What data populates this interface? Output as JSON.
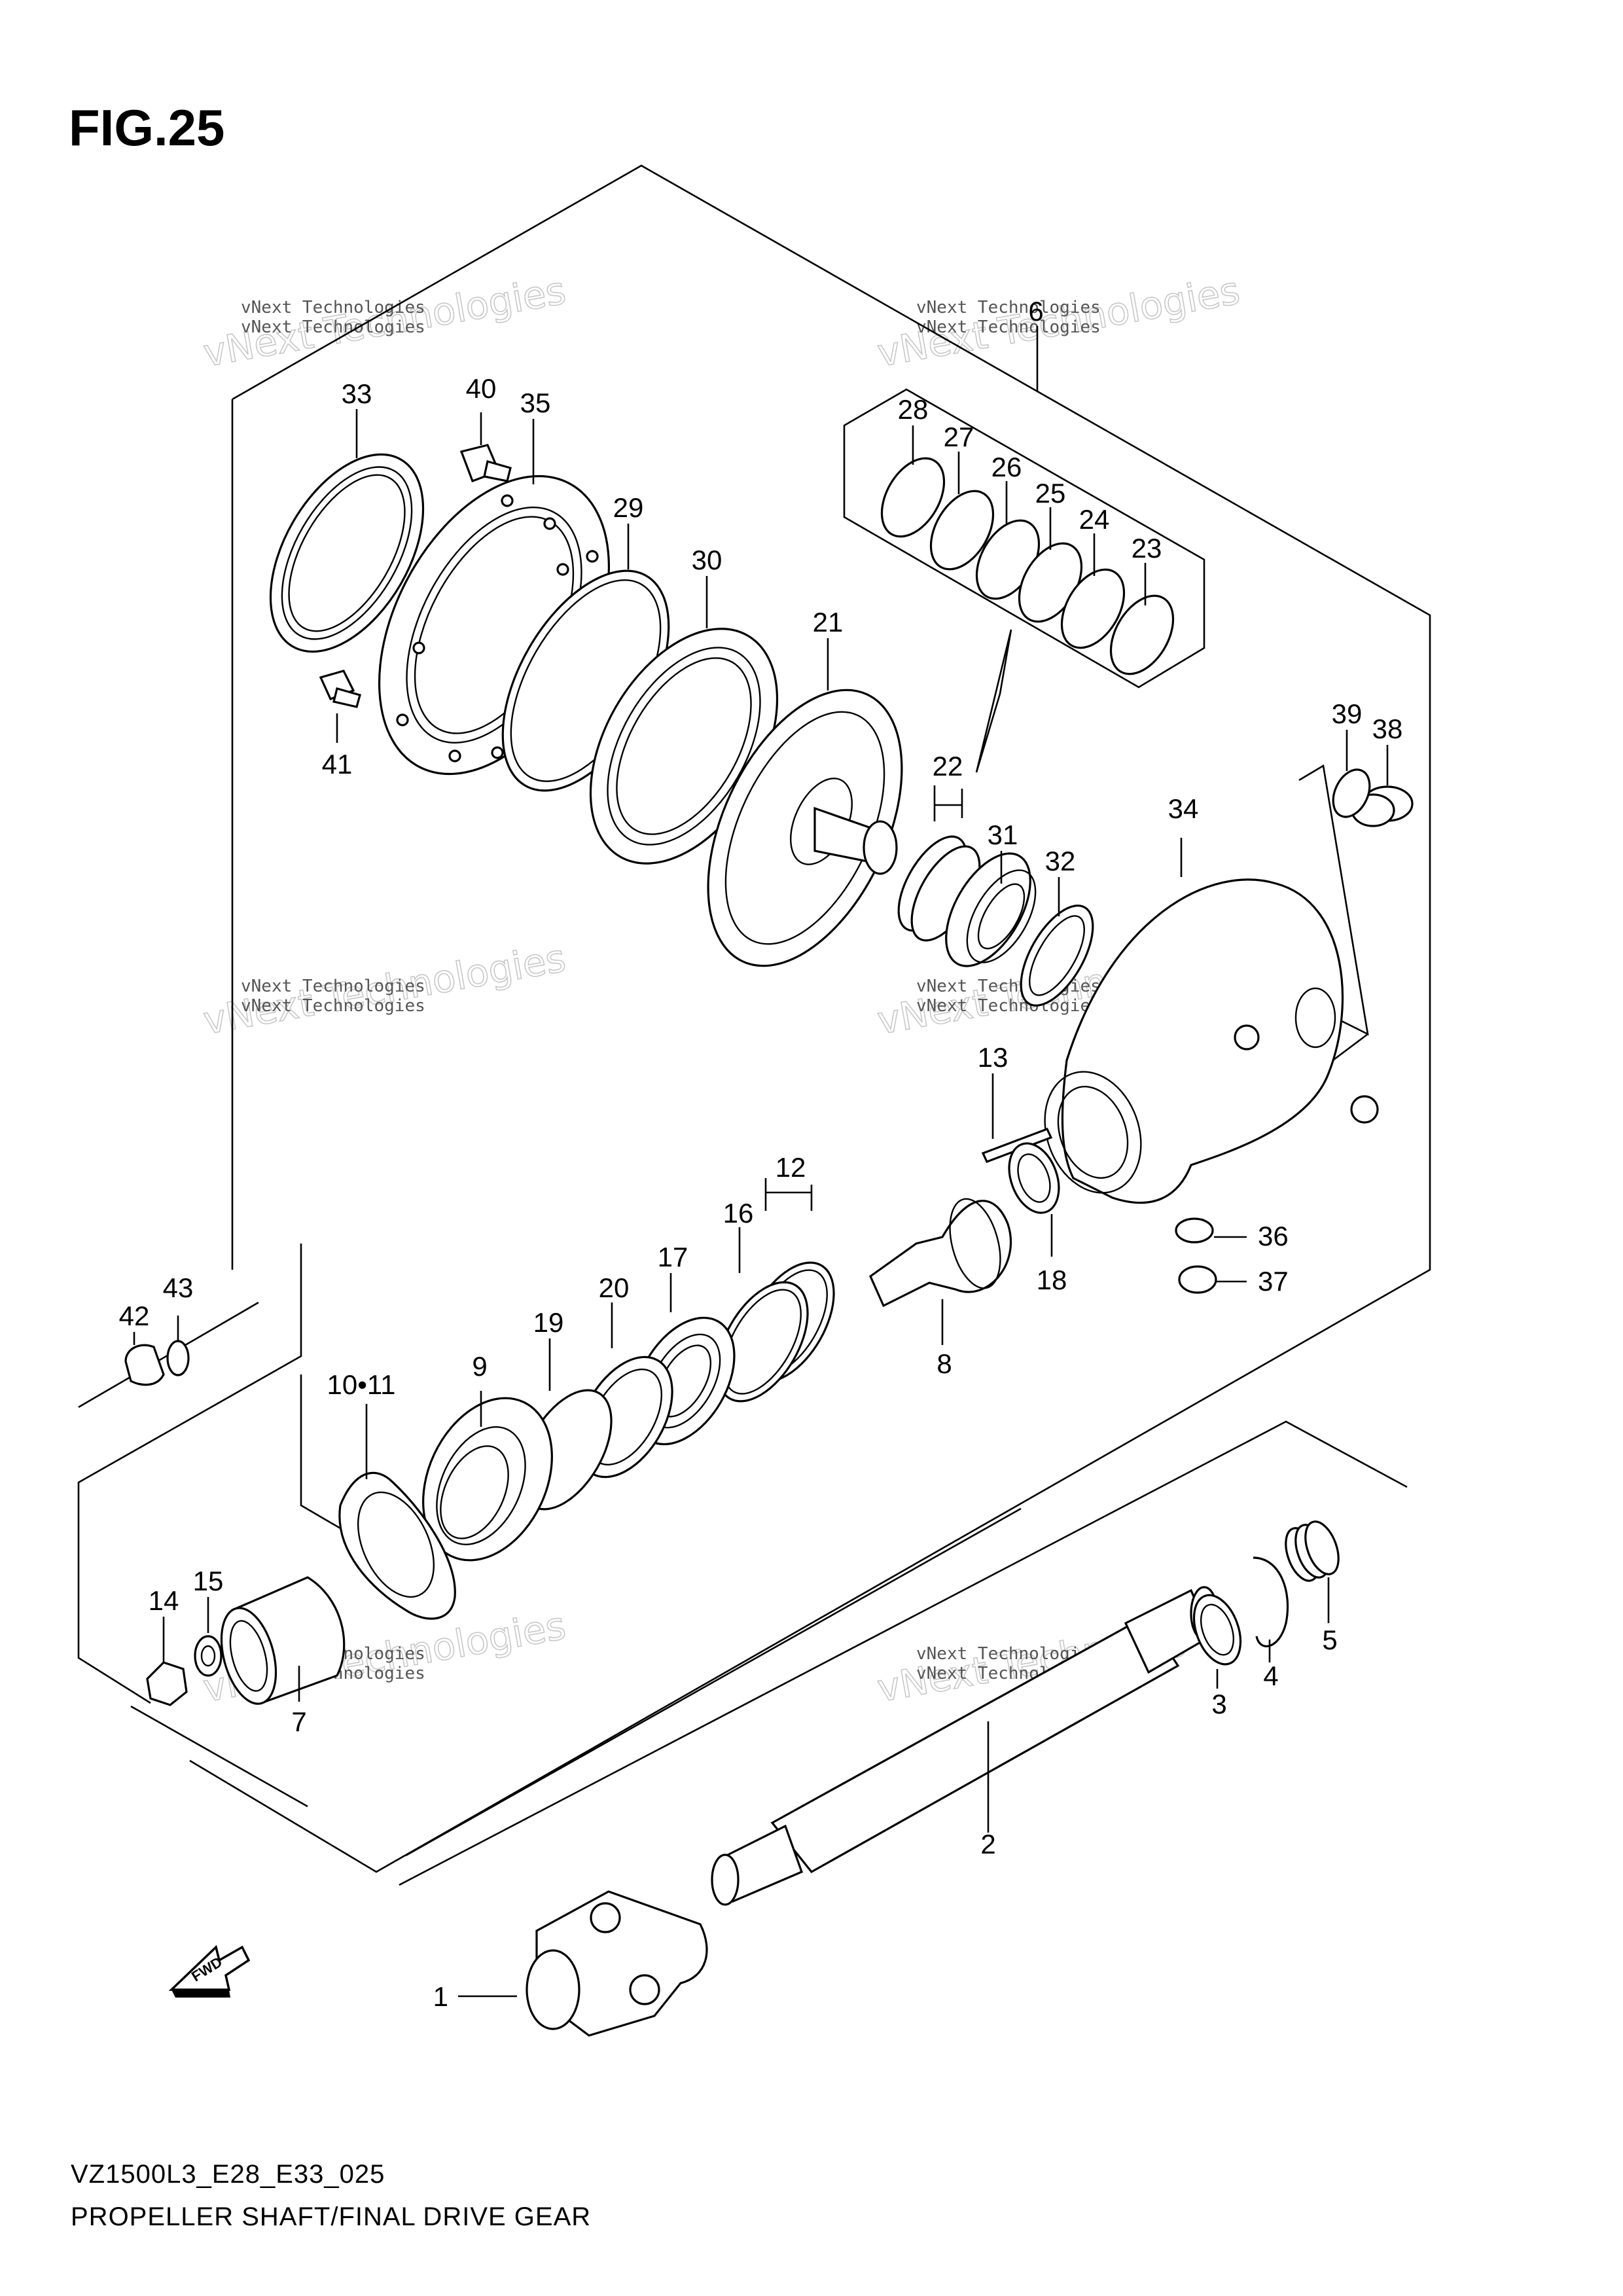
{
  "figure_title": "FIG.25",
  "diagram_code": "VZ1500L3_E28_E33_025",
  "diagram_caption": "PROPELLER SHAFT/FINAL DRIVE GEAR",
  "fwd_label": "FWD",
  "watermark": {
    "small": "vNext Technologies",
    "large": "vNext Technologies"
  },
  "callouts": {
    "n1": "1",
    "n2": "2",
    "n3": "3",
    "n4": "4",
    "n5": "5",
    "n6": "6",
    "n7": "7",
    "n8": "8",
    "n9": "9",
    "n10_11": "10•11",
    "n12": "12",
    "n13": "13",
    "n14": "14",
    "n15": "15",
    "n16": "16",
    "n17": "17",
    "n18": "18",
    "n19": "19",
    "n20": "20",
    "n21": "21",
    "n22": "22",
    "n23": "23",
    "n24": "24",
    "n25": "25",
    "n26": "26",
    "n27": "27",
    "n28": "28",
    "n29": "29",
    "n30": "30",
    "n31": "31",
    "n32": "32",
    "n33": "33",
    "n34": "34",
    "n35": "35",
    "n36": "36",
    "n37": "37",
    "n38": "38",
    "n39": "39",
    "n40": "40",
    "n41": "41",
    "n42": "42",
    "n43": "43"
  }
}
